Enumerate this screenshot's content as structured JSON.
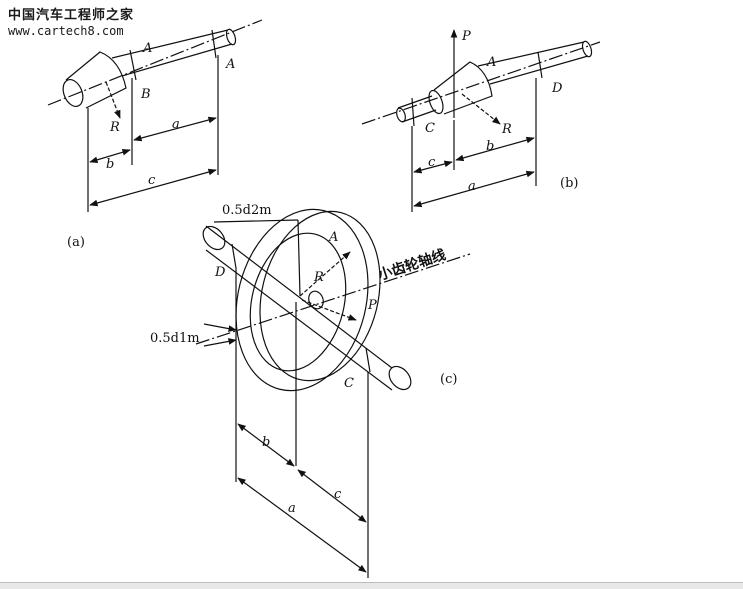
{
  "watermark": {
    "site_name": "中国汽车工程师之家",
    "url": "www.cartech8.com"
  },
  "figure_a": {
    "caption": "(a)",
    "labels": {
      "A1": "A",
      "A2": "A",
      "B": "B",
      "R": "R",
      "a": "a",
      "b": "b",
      "c": "c"
    }
  },
  "figure_b": {
    "caption": "(b)",
    "labels": {
      "P": "P",
      "A": "A",
      "D": "D",
      "C": "C",
      "R": "R",
      "a": "a",
      "b": "b",
      "c": "c"
    }
  },
  "figure_c": {
    "caption": "(c)",
    "labels": {
      "d2m": "0.5d2m",
      "d1m": "0.5d1m",
      "A": "A",
      "D": "D",
      "R": "R",
      "P": "P",
      "C": "C",
      "pinion_axis": "小齿轮轴线",
      "a": "a",
      "b": "b",
      "c": "c"
    }
  },
  "colors": {
    "line": "#111111",
    "background": "#ffffff"
  }
}
